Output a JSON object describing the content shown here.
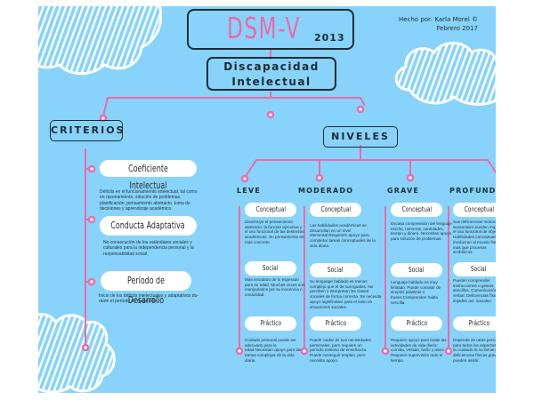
{
  "header": {
    "title": "DSM-V",
    "year": "2013",
    "subtitle_line1": "Discapacidad",
    "subtitle_line2": "Intelectual",
    "credit_line1": "Hecho por: Karla Morel ©",
    "credit_line2": "Febrero 2017"
  },
  "colors": {
    "background": "#87d3fb",
    "accent_pink": "#ee6aa7",
    "outline_dark": "#1c2b33",
    "pill_white": "#ffffff"
  },
  "criterios": {
    "label": "CRITERIOS",
    "items": [
      {
        "title": "Coeficiente Intelectual",
        "text": "Déficits en el funcionamiento intelectual, tal como en razonamiento, solución de problemas, planificación, pensamiento abstracto, toma de decisiones y aprendizaje académico."
      },
      {
        "title": "Conducta Adaptativa",
        "text": "No consecución de los estándares sociales y culturales para la independencia personal y la responsabilidad social."
      },
      {
        "title": "Período de Desarrollo",
        "text": "Inicio de los déficits intelectuales y adaptativos du- rante el período de desarrollo."
      }
    ]
  },
  "niveles": {
    "label": "NIVELES",
    "levels": [
      {
        "name": "LEVE",
        "conceptual": "Disminuye el pensamiento abstracto, la función ejecutiva y el uso funcional de las destrezas académicas. Su pensamiento es más concreto.",
        "social": "Más inmaduro de lo esperado para su edad. Muchas veces son manipulados por su inocencia o credulidad.",
        "practico": "Cuidado personal puede ser adecuado para la edad.Necesitan apoyo para las tareas complejas de la vida diaria."
      },
      {
        "name": "MODERADO",
        "conceptual": "Las habilidades académicas se desarrollan en un nivel elemental.Requieren apoyo para completar tareas conceptuales de la vida diaria.",
        "social": "Su lenguage hablado es menos complejo que el de sus iguales. No perciben o interpretan las claves sociales de forma correcta. Se necesita apoyo significativo para el éxito en situaciones sociales.",
        "practico": "Puede cuidar de sus necesidades personales, pero requiere un período extenso de enseñanza. Puede conseguir empleo, pero necesita apoyo."
      },
      {
        "name": "GRAVE",
        "conceptual": "Escasa comprensión del lenguaje escrito, números, cantidades, tiempo y dinero. Necesitan apoyo para solución de problemas.",
        "social": "Lenguaje hablado es muy limitado. Puede consistir de simples palabras o frases.Comprenden habla sencilla.",
        "practico": "Requiere apoyo para todas las actividades de vida diaria: comida, vestido, baño y aseo. Requiere supervisión todo el tiempo."
      },
      {
        "name": "PROFUNDO",
        "conceptual": "Sus deficiencias motoras o sensoriales pueden impedir el uso funcional de objetos. Habilidades conceptuales involucran al mundo físico más que procesos simbólicos.",
        "social": "Pueden comprender instrucciones o gestos sencillos. Comunicación no verbal. Deficiencias físicas impiden act. sociales.",
        "practico": "Depende de otras personas para todos los aspectos de su cuidado.Si no tienen deficiencias físicas graves pueden asistir."
      }
    ],
    "category_labels": {
      "conceptual": "Conceptual",
      "social": "Social",
      "practico": "Práctico"
    }
  },
  "icons": [
    "cloud-icon",
    "connector-node-icon"
  ]
}
